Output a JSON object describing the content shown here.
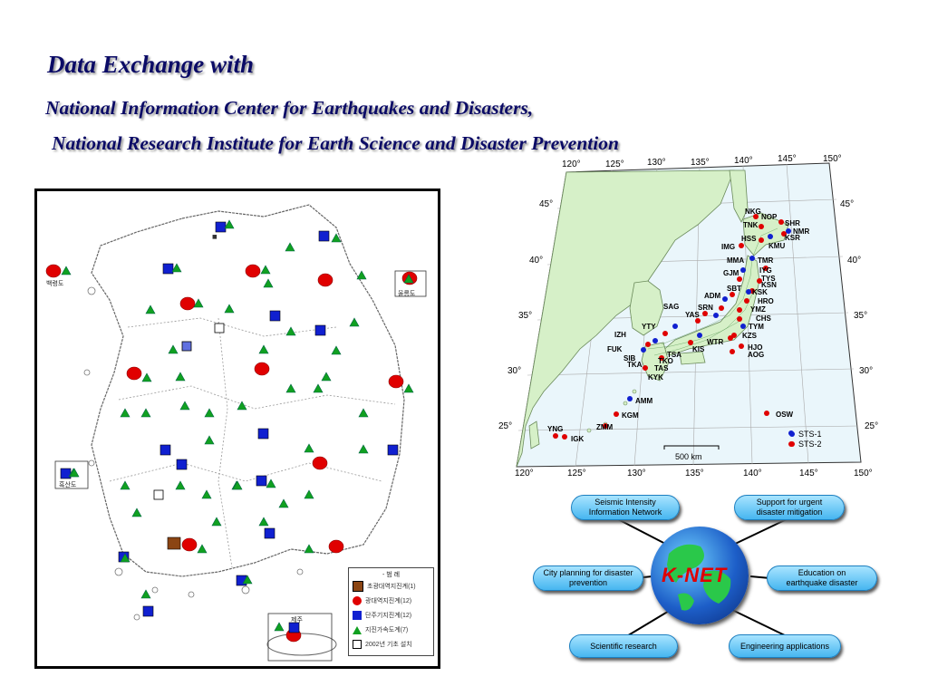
{
  "slide": {
    "title": "Data Exchange with",
    "subtitle_1": "National Information Center for Earthquakes and Disasters,",
    "subtitle_2": "National Research Institute for Earth Science and Disaster Prevention"
  },
  "korea_map": {
    "legend": {
      "title": "- 범 례",
      "items": [
        "초광대역지진계(1)",
        "광대역지진계(12)",
        "단주기지진계(12)",
        "지진가속도계(7)",
        "2002년 기초 설치"
      ]
    },
    "inset_labels": [
      "백령도",
      "울릉도",
      "흑산도",
      "제주"
    ],
    "colors": {
      "broadband": "#e00000",
      "short_period": "#1020d0",
      "accelerometer": "#10a020",
      "very_broadband": "#8b4513"
    }
  },
  "japan_map": {
    "lon_ticks": [
      "120°",
      "125°",
      "130°",
      "135°",
      "140°",
      "145°",
      "150°"
    ],
    "lat_ticks": [
      "45°",
      "40°",
      "35°",
      "30°",
      "25°"
    ],
    "stations": [
      "NKG",
      "NOP",
      "TNK",
      "SHR",
      "NMR",
      "KSR",
      "HSS",
      "KMU",
      "IMG",
      "MMA",
      "TMR",
      "IYG",
      "GJM",
      "TYS",
      "KSN",
      "SBT",
      "KSK",
      "ADM",
      "HRO",
      "SAG",
      "SRN",
      "YMZ",
      "YAS",
      "CHS",
      "YTY",
      "TYM",
      "IZH",
      "KZS",
      "FUK",
      "WTR",
      "KIS",
      "HJO",
      "AOG",
      "SIB",
      "TSA",
      "TKO",
      "TKA",
      "TAS",
      "KYK",
      "AMM",
      "KGM",
      "OSW",
      "ZMM",
      "YNG",
      "IGK"
    ],
    "scale_label": "500 km",
    "legend": [
      "STS-1",
      "STS-2"
    ],
    "colors": {
      "sts1": "#1020d0",
      "sts2": "#e00000",
      "land": "#d6f0c8",
      "sea": "#eaf6fb"
    }
  },
  "knet": {
    "center_label": "K-NET",
    "nodes": [
      "Seismic Intensity Information Network",
      "Support for urgent disaster mitigation",
      "City planning for disaster prevention",
      "Education on earthquake disaster",
      "Scientific research",
      "Engineering applications"
    ]
  }
}
